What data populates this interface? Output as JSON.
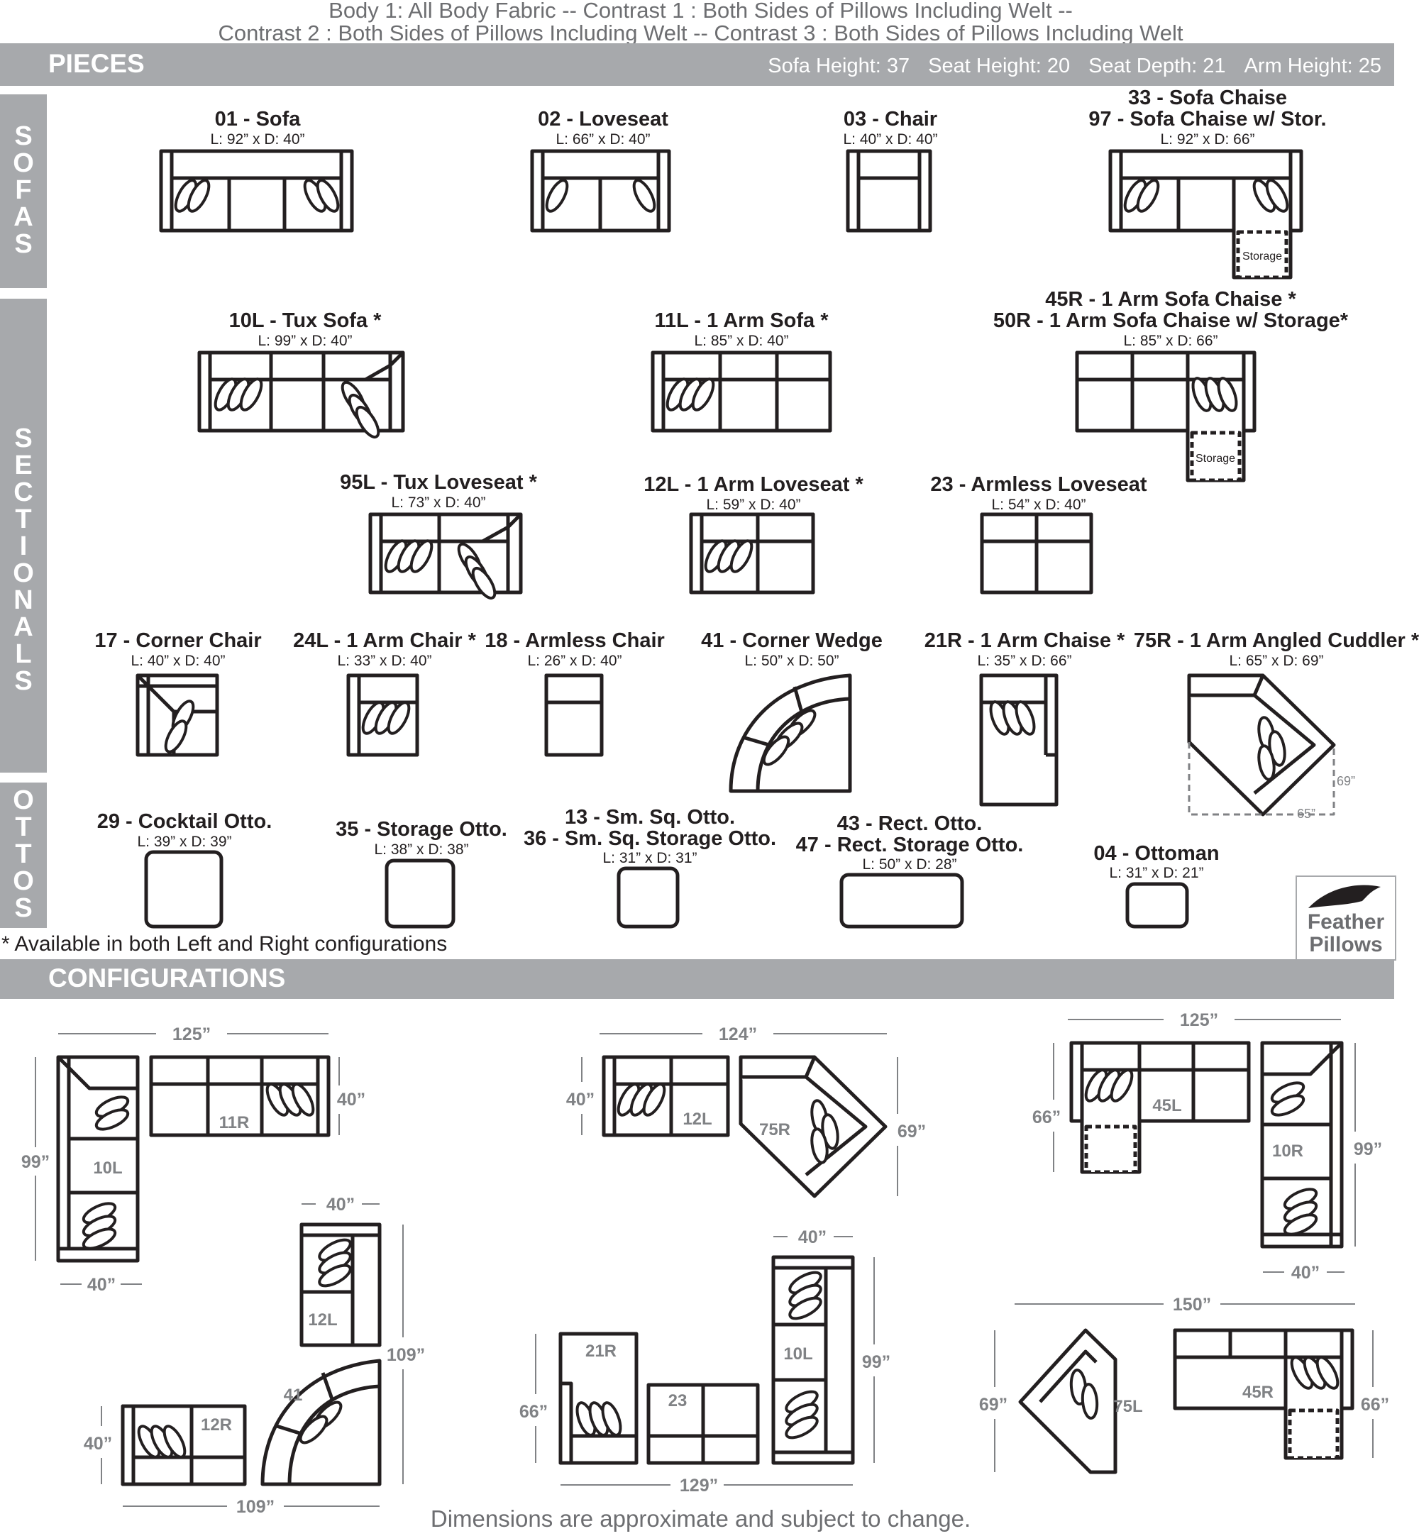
{
  "header": {
    "line1": "Body 1: All Body Fabric  --  Contrast 1 : Both Sides of Pillows Including Welt --",
    "line2": "Contrast 2 : Both Sides of Pillows Including Welt -- Contrast 3 : Both Sides of Pillows Including Welt"
  },
  "pieces_bar": {
    "title": "PIECES",
    "sofa_height": "Sofa Height: 37",
    "seat_height": "Seat Height: 20",
    "seat_depth": "Seat Depth: 21",
    "arm_height": "Arm Height: 25"
  },
  "side_labels": {
    "sofas": [
      "S",
      "O",
      "F",
      "A",
      "S"
    ],
    "sectionals": [
      "S",
      "E",
      "C",
      "T",
      "I",
      "O",
      "N",
      "A",
      "L",
      "S"
    ],
    "ottos": [
      "O",
      "T",
      "T",
      "O",
      "S"
    ]
  },
  "pieces": {
    "p01": {
      "name": "01 - Sofa",
      "dim": "L: 92” x D: 40”"
    },
    "p02": {
      "name": "02 - Loveseat",
      "dim": "L: 66” x D: 40”"
    },
    "p03": {
      "name": "03 - Chair",
      "dim": "L: 40” x D: 40”"
    },
    "p33": {
      "name": "33 - Sofa Chaise",
      "name2": "97 - Sofa Chaise w/ Stor.",
      "dim": "L: 92” x D: 66”",
      "storage": "Storage"
    },
    "p10": {
      "name": "10L - Tux Sofa *",
      "dim": "L: 99” x D: 40”"
    },
    "p11": {
      "name": "11L - 1 Arm Sofa *",
      "dim": "L: 85” x D: 40”"
    },
    "p45": {
      "name": "45R - 1 Arm Sofa Chaise *",
      "name2": "50R - 1 Arm Sofa Chaise w/ Storage*",
      "dim": "L: 85” x D: 66”",
      "storage": "Storage"
    },
    "p95": {
      "name": "95L - Tux Loveseat *",
      "dim": "L: 73” x D: 40”"
    },
    "p12": {
      "name": "12L - 1 Arm Loveseat *",
      "dim": "L: 59” x D: 40”"
    },
    "p23": {
      "name": "23 - Armless Loveseat",
      "dim": "L: 54” x D: 40”"
    },
    "p17": {
      "name": "17 - Corner Chair",
      "dim": "L: 40” x D: 40”"
    },
    "p24": {
      "name": "24L - 1 Arm Chair *",
      "dim": "L: 33” x D: 40”"
    },
    "p18": {
      "name": "18 - Armless Chair",
      "dim": "L: 26” x D: 40”"
    },
    "p41": {
      "name": "41 - Corner Wedge",
      "dim": "L: 50” x D: 50”"
    },
    "p21": {
      "name": "21R - 1 Arm Chaise *",
      "dim": "L: 35” x D: 66”"
    },
    "p75": {
      "name": "75R - 1 Arm Angled Cuddler *",
      "dim": "L: 65” x D: 69”",
      "d1": "69”",
      "d2": "65”"
    },
    "p29": {
      "name": "29 - Cocktail Otto.",
      "dim": "L: 39” x D: 39”"
    },
    "p35": {
      "name": "35 - Storage Otto.",
      "dim": "L: 38” x D: 38”"
    },
    "p13": {
      "name": "13 - Sm. Sq. Otto.",
      "name2": "36 - Sm. Sq. Storage Otto.",
      "dim": "L: 31” x D: 31”"
    },
    "p43": {
      "name": "43 - Rect. Otto.",
      "name2": "47 - Rect. Storage Otto.",
      "dim": "L: 50” x D: 28”"
    },
    "p04": {
      "name": "04 - Ottoman",
      "dim": "L: 31” x D: 21”"
    }
  },
  "note": "* Available in both Left and Right configurations",
  "feather": {
    "line1": "Feather",
    "line2": "Pillows"
  },
  "config_bar": {
    "title": "CONFIGURATIONS"
  },
  "configs": {
    "c1": {
      "w": "125”",
      "h": "99”",
      "d": "40”",
      "b": "40”",
      "l1": "10L",
      "l2": "11R"
    },
    "c2": {
      "w": "124”",
      "h": "69”",
      "d": "40”",
      "l1": "12L",
      "l2": "75R"
    },
    "c3": {
      "w": "125”",
      "h": "66”",
      "l1": "45L"
    },
    "c4": {
      "h": "99”",
      "b": "40”",
      "l1": "10R"
    },
    "c5": {
      "t": "40”",
      "h": "109”",
      "w": "109”",
      "l": "40”",
      "l1": "12L",
      "l2": "41",
      "l3": "12R"
    },
    "c6": {
      "t": "40”",
      "h": "99”",
      "w": "129”",
      "l": "66”",
      "l1": "21R",
      "l2": "23",
      "l3": "10L"
    },
    "c7": {
      "w": "150”",
      "l": "69”",
      "r": "66”",
      "l1": "75L",
      "l2": "45R"
    }
  },
  "footer": "Dimensions are approximate and subject to change."
}
